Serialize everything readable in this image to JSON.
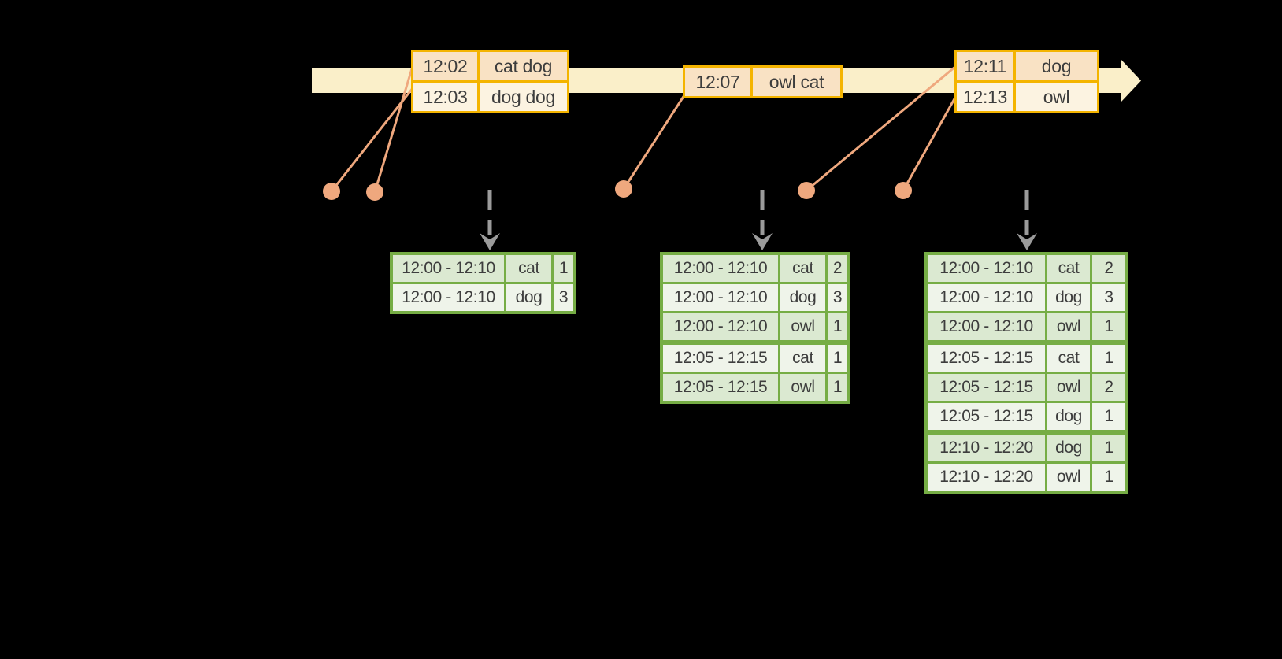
{
  "diagram": {
    "name": "windowed-event-count-stream-diagram",
    "description_visible_text_only": true
  },
  "colors": {
    "background": "#000000",
    "timeline_band": "#FAEFC9",
    "event_border": "#F4B400",
    "event_row_dark": "#F9E2C4",
    "event_row_light": "#FCF3E1",
    "marker": "#EFA87E",
    "trigger_arrow": "#9B9B9B",
    "result_border": "#76AD45",
    "result_row_dark": "#DBE9D1",
    "result_row_light": "#EFF4EA",
    "text": "#3D3D3D"
  },
  "icons": {
    "timeline_arrowhead": "right-arrowhead",
    "trigger_arrowhead": "dashed-down-arrow",
    "event_marker": "filled-dot"
  },
  "event_tables": [
    {
      "id": "events-1",
      "rows": [
        [
          "12:02",
          "cat dog"
        ],
        [
          "12:03",
          "dog dog"
        ]
      ]
    },
    {
      "id": "events-2",
      "rows": [
        [
          "12:07",
          "owl cat"
        ]
      ]
    },
    {
      "id": "events-3",
      "rows": [
        [
          "12:11",
          "dog"
        ],
        [
          "12:13",
          "owl"
        ]
      ]
    }
  ],
  "result_tables": [
    {
      "id": "result-1",
      "rows": [
        [
          "12:00 - 12:10",
          "cat",
          "1"
        ],
        [
          "12:00 - 12:10",
          "dog",
          "3"
        ]
      ]
    },
    {
      "id": "result-2",
      "rows": [
        [
          "12:00 - 12:10",
          "cat",
          "2"
        ],
        [
          "12:00 - 12:10",
          "dog",
          "3"
        ],
        [
          "12:00 - 12:10",
          "owl",
          "1"
        ],
        [
          "12:05 - 12:15",
          "cat",
          "1"
        ],
        [
          "12:05 - 12:15",
          "owl",
          "1"
        ]
      ]
    },
    {
      "id": "result-3",
      "rows": [
        [
          "12:00 - 12:10",
          "cat",
          "2"
        ],
        [
          "12:00 - 12:10",
          "dog",
          "3"
        ],
        [
          "12:00 - 12:10",
          "owl",
          "1"
        ],
        [
          "12:05 - 12:15",
          "cat",
          "1"
        ],
        [
          "12:05 - 12:15",
          "owl",
          "2"
        ],
        [
          "12:05 - 12:15",
          "dog",
          "1"
        ],
        [
          "12:10 - 12:20",
          "dog",
          "1"
        ],
        [
          "12:10 - 12:20",
          "owl",
          "1"
        ]
      ]
    }
  ]
}
